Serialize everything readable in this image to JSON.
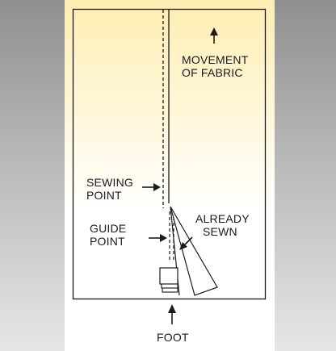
{
  "labels": {
    "movement": [
      "MOVEMENT",
      "OF FABRIC"
    ],
    "sewing_point": [
      "SEWING",
      "POINT"
    ],
    "already_sewn": [
      "ALREADY",
      "SEWN"
    ],
    "guide_point": [
      "GUIDE",
      "POINT"
    ],
    "foot": "FOOT"
  },
  "colors": {
    "panel_top": "#fdeeb2",
    "line": "#1a1a1a"
  }
}
